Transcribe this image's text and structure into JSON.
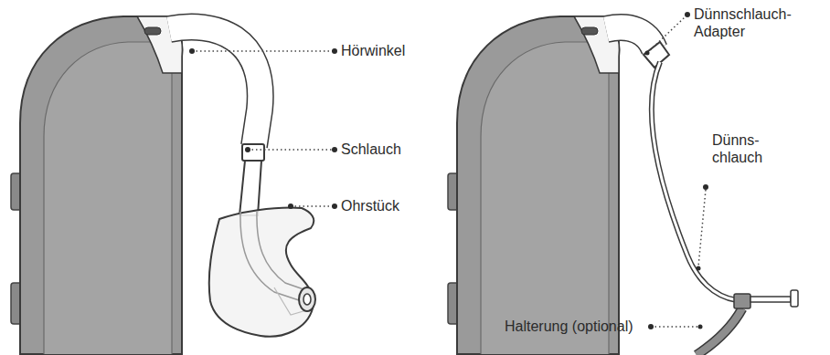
{
  "diagram": {
    "labels": [
      "Hörwinkel",
      "Schlauch",
      "Ohrstück",
      "Dünnschlauch- Adapter",
      "Dünns- chlauch",
      "Halterung (optional)"
    ]
  }
}
